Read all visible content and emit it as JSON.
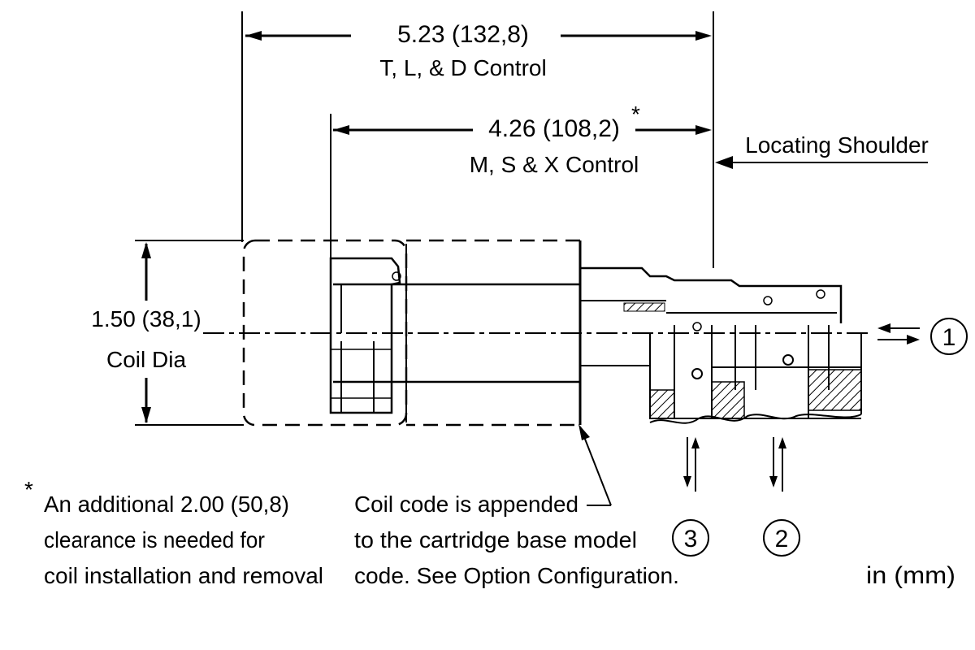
{
  "colors": {
    "line": "#000000",
    "background": "#ffffff"
  },
  "dimensions": {
    "overall_length": "5.23 (132,8)",
    "overall_length_note": "T, L, & D Control",
    "short_length": "4.26 (108,2)",
    "short_length_mark": "*",
    "short_length_note": "M, S & X Control",
    "coil_dia_value": "1.50 (38,1)",
    "coil_dia_label": "Coil  Dia"
  },
  "labels": {
    "locating_shoulder": "Locating Shoulder",
    "units": "in (mm)"
  },
  "ports": [
    "1",
    "3",
    "2"
  ],
  "notes": {
    "asterisk": "*",
    "clearance": [
      "An additional 2.00 (50,8)",
      "clearance is needed for",
      "coil installation and removal"
    ],
    "coil_code": [
      "Coil code is appended",
      "to the cartridge base model",
      "code. See Option Configuration."
    ]
  },
  "icons": [
    "arrowhead-icon",
    "flow-arrows-icon",
    "port-circle-icon",
    "hatched-section-icon"
  ]
}
